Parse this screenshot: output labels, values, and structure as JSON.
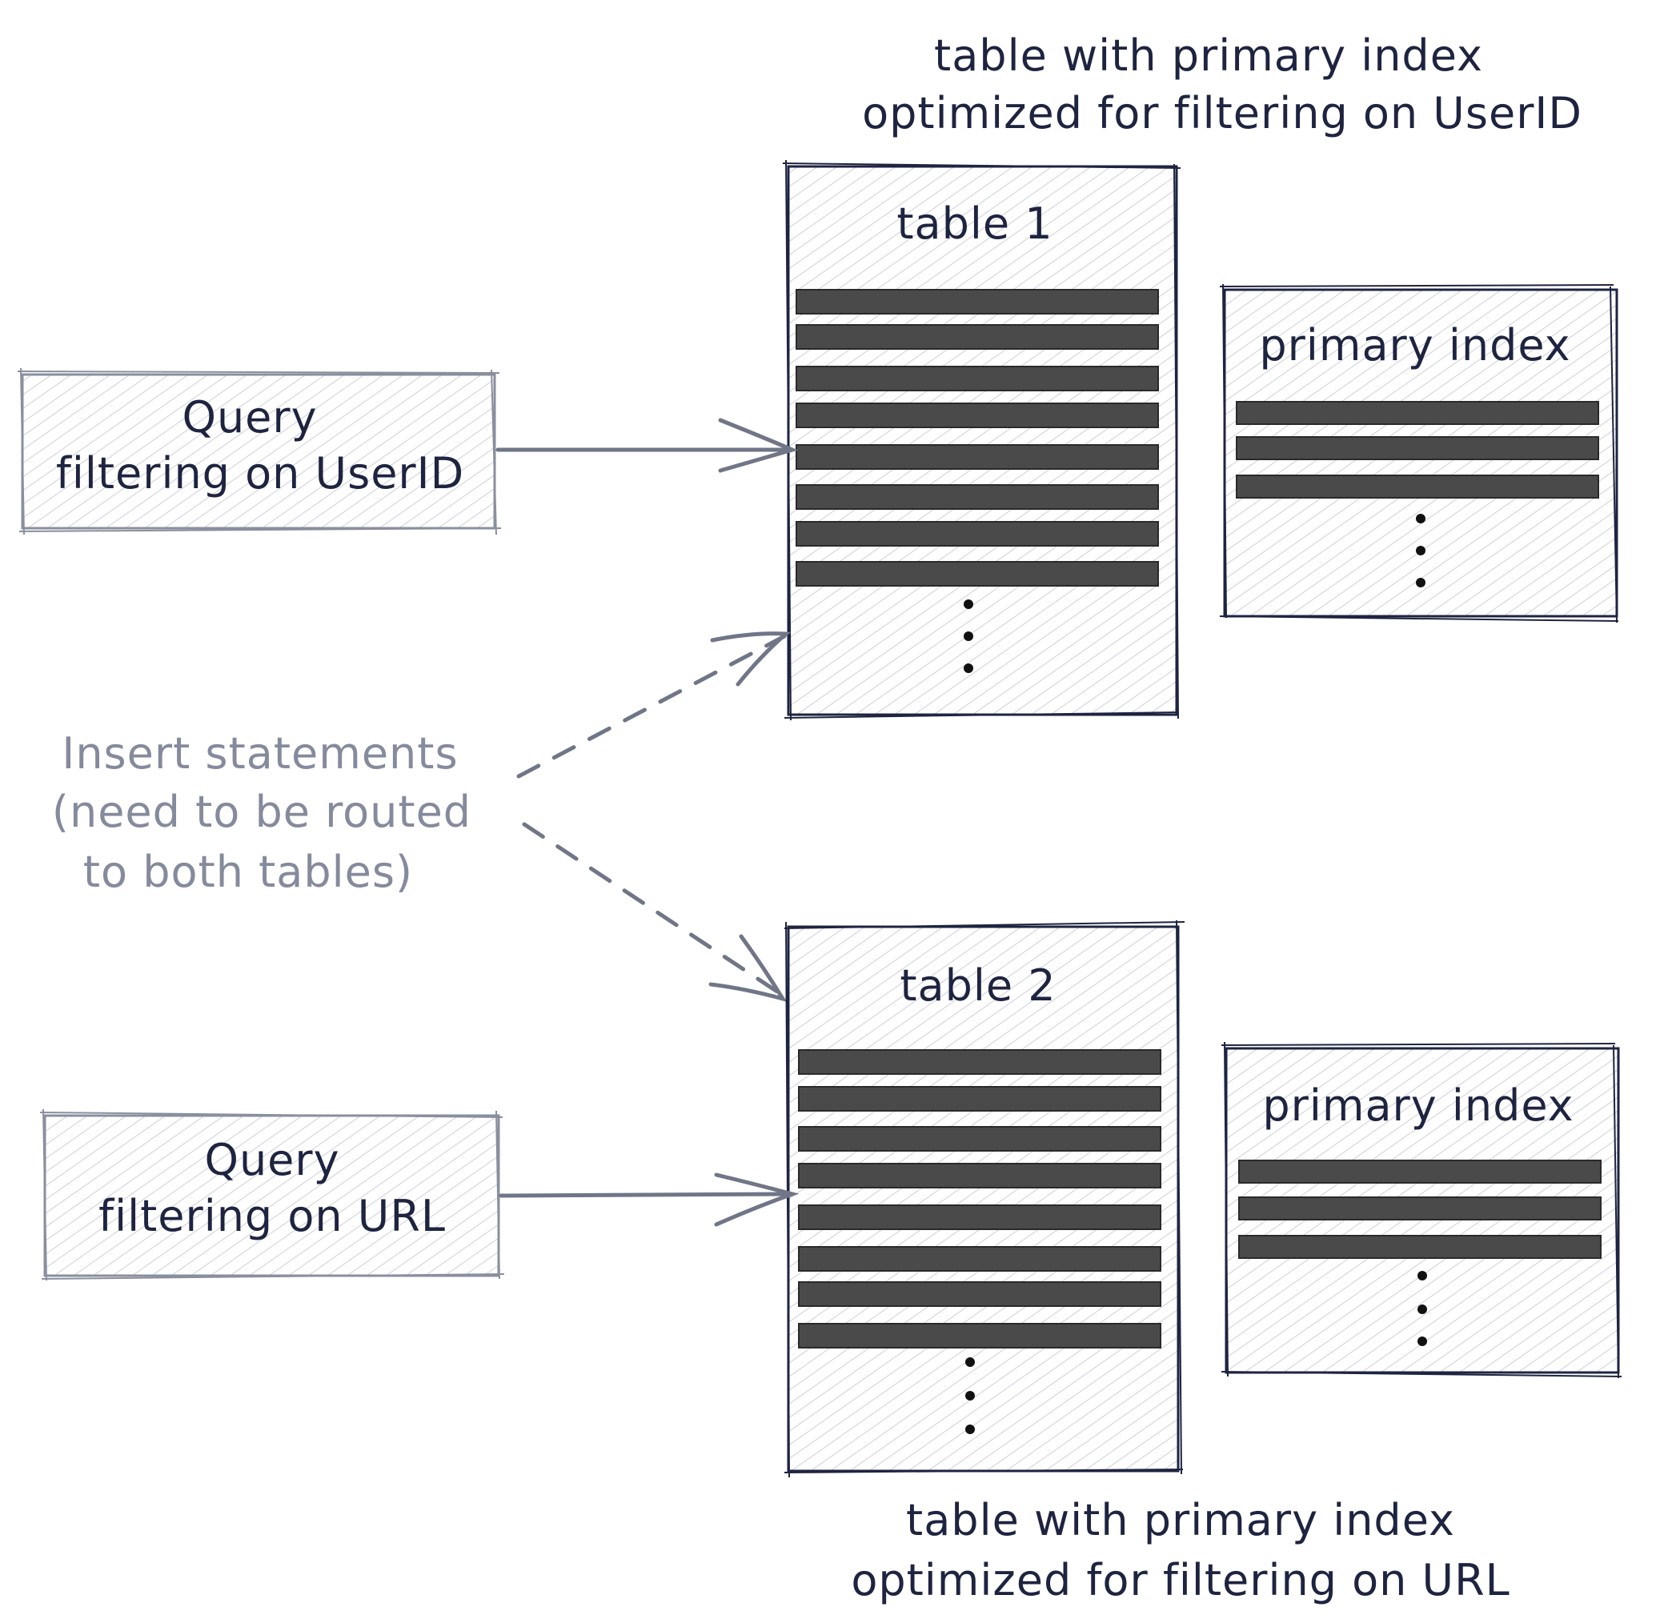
{
  "captions": {
    "top_line1": "table with primary index",
    "top_line2": "optimized for filtering on UserID",
    "bottom_line1": "table with primary index",
    "bottom_line2": "optimized for filtering on URL"
  },
  "tables": [
    {
      "title": "table 1",
      "row_count": 8,
      "index_label": "primary index",
      "index_row_count": 3
    },
    {
      "title": "table 2",
      "row_count": 8,
      "index_label": "primary index",
      "index_row_count": 3
    }
  ],
  "queries": [
    {
      "line1": "Query",
      "line2": "filtering on UserID"
    },
    {
      "line1": "Query",
      "line2": "filtering on URL"
    }
  ],
  "insert_note": {
    "line1": "Insert statements",
    "line2": "(need to be routed",
    "line3": "to both tables)"
  },
  "colors": {
    "ink": "#1e2440",
    "muted": "#858a9c",
    "row_fill": "#4a4a4a",
    "hatch": "#c9ccd4"
  }
}
